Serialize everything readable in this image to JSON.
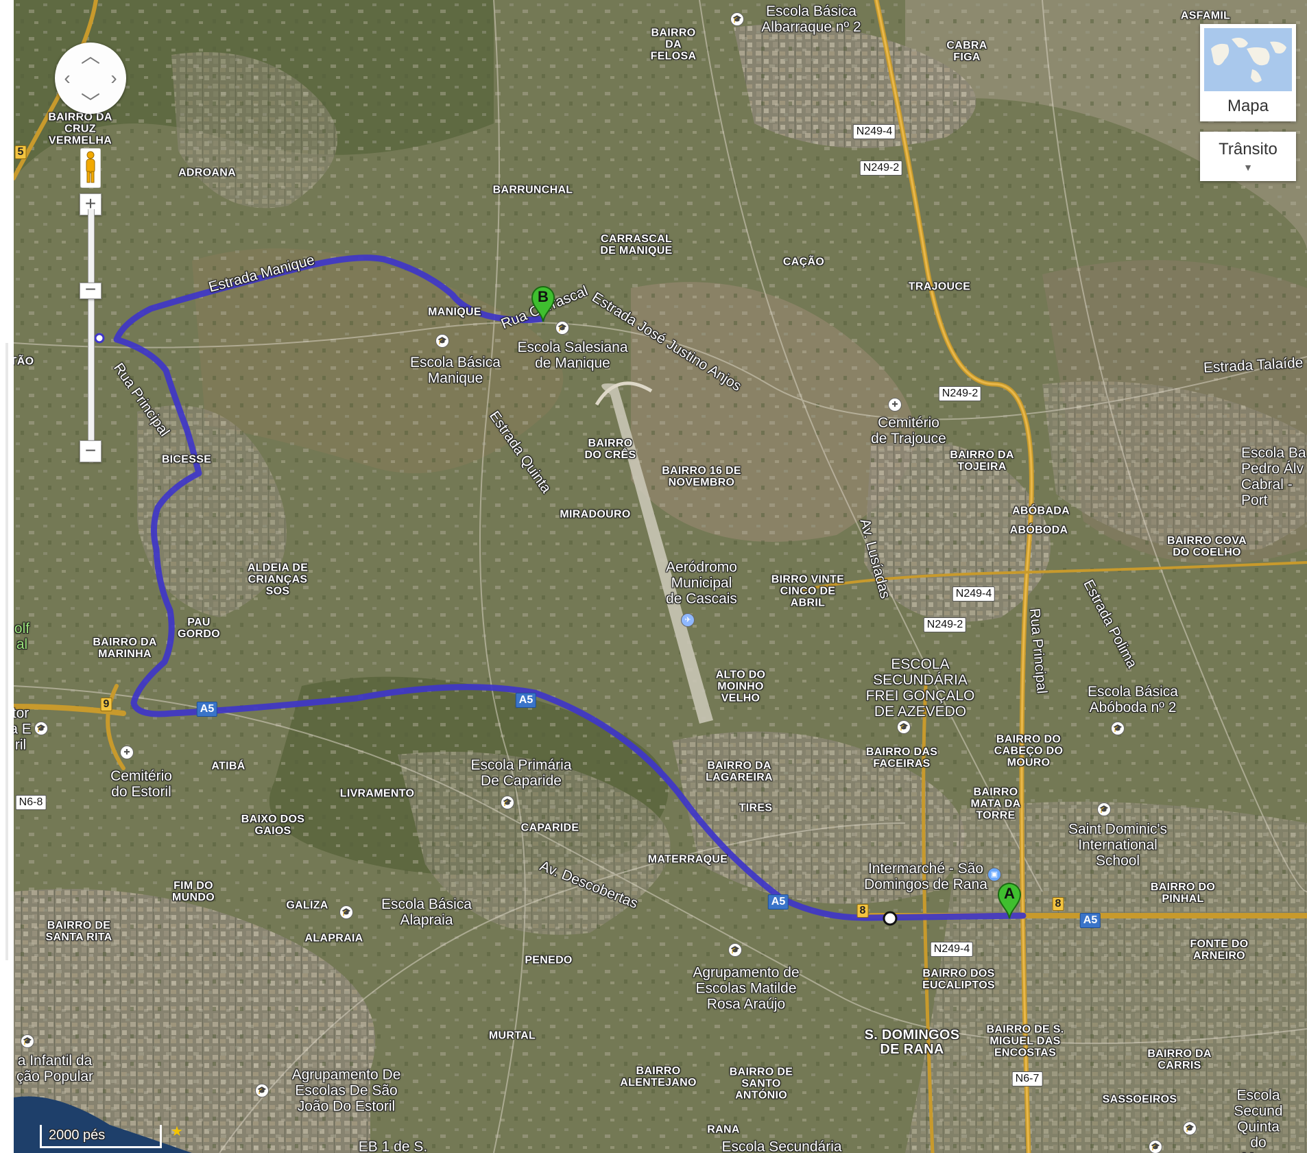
{
  "map_type": {
    "label": "Mapa"
  },
  "traffic": {
    "label": "Trânsito"
  },
  "scale": {
    "label": "2000 pés"
  },
  "markers": {
    "start": "A",
    "end": "B"
  },
  "route_color": "#4a3fd0",
  "highway_color": "#d5a030",
  "streets": {
    "estrada_manique": "Estrada Manique",
    "rua_principal": "Rua Principal",
    "rua_carrascal": "Rua Carrascal",
    "estrada_justino": "Estrada José Justino Anjos",
    "estrada_quinta": "Estrada Quinta",
    "av_lusiadas": "Av. Lusíadas",
    "rua_principal_east": "Rua Principal",
    "estrada_polima": "Estrada Polima",
    "av_descobertas": "Av. Descobertas",
    "estrada_talaide": "Estrada Talaíde"
  },
  "shields": {
    "a5_1": "A5",
    "a5_2": "A5",
    "a5_3": "A5",
    "a5_4": "A5",
    "n249_4_top": "N249-4",
    "n249_2_top": "N249-2",
    "n249_2_mid": "N249-2",
    "n249_4_mid": "N249-4",
    "n249_2_low": "N249-2",
    "n249_4_bot": "N249-4",
    "n6_8": "N6-8",
    "n6_7": "N6-7",
    "ex_9": "9",
    "ex_8w": "8",
    "ex_8e": "8",
    "ex_5": "5"
  },
  "places": {
    "bairro_cruz": "Bairro da Cruz Vermelha",
    "adroana": "Adroana",
    "bairro_felosa": "Bairro da Felosa",
    "cabra_figa": "Cabra Figa",
    "asfamil": "Asfamil",
    "barrunchal": "Barrunchal",
    "carrascal": "Carrascal de Manique",
    "cacao": "Cação",
    "trajouce": "Trajouce",
    "manique": "Manique",
    "bicesse": "Bicesse",
    "bairro_cres": "Bairro do Crês",
    "bairro_16": "Bairro 16 de Novembro",
    "bairro_tojeira": "Bairro da Tojeira",
    "miradouro": "Miradouro",
    "abobada1": "Abóbada",
    "abobada2": "Abóboda",
    "bairro_cova": "Bairro Cova do Coelho",
    "aldeia": "Aldeia de Crianças SOS",
    "birro_vinte": "Birro Vinte Cinco de Abril",
    "pau_gordo": "Pau Gordo",
    "bairro_marinha": "Bairro da Marinha",
    "alto_moinho": "Alto do Moinho Velho",
    "atiba": "Atibá",
    "bairro_lagareira": "Bairro da Lagareira",
    "bairro_faceiras": "Bairro das Faceiras",
    "bairro_cabeco": "Bairro do Cabeço do Mouro",
    "livramento": "Livramento",
    "baixo_gaios": "Baixo dos Gaios",
    "caparide": "Caparide",
    "tires": "Tires",
    "bairro_mata": "Bairro Mata da Torre",
    "materraque": "Materraque",
    "fim_mundo": "Fim do Mundo",
    "galiza": "Galiza",
    "bairro_pinhal": "Bairro do Pinhal",
    "bairro_santa_rita": "Bairro de Santa Rita",
    "alapraia": "Alapraia",
    "penedo": "Penedo",
    "fonte_arneiro": "Fonte do Arneiro",
    "bairro_eucaliptos": "Bairro dos Eucaliptos",
    "murtal": "Murtal",
    "s_domingos": "S. Domingos de Rana",
    "bairro_miguel": "Bairro de S. Miguel das Encostas",
    "bairro_carris": "Bairro da Carris",
    "bairro_alentejano": "Bairro Alentejano",
    "bairro_santo_antonio": "Bairro de Santo António",
    "sassoeiros": "Sassoeiros",
    "rana": "Rana",
    "tao": "TÃO"
  },
  "pois": {
    "escola_albarraque": "Escola Básica\nAlbarraque nº 2",
    "escola_salesiana": "Escola Salesiana\nde Manique",
    "escola_manique": "Escola Básica\nManique",
    "cemiterio_trajouce": "Cemitério\nde Trajouce",
    "escola_pedro": "Escola Ba\nPedro Álv\nCabral - Port",
    "aerodromo": "Aeródromo\nMunicipal\nde Cascais",
    "escola_frei": "ESCOLA\nSECUNDÁRIA\nFREI GONÇALO\nDE AZEVEDO",
    "escola_aboboda": "Escola Básica\nAbóboda nº 2",
    "cemiterio_estoril": "Cemitério\ndo Estoril",
    "escola_caparide": "Escola Primária\nDe Caparide",
    "saint_dominics": "Saint Dominic's\nInternational\nSchool",
    "intermarche": "Intermarché - São\nDomingos de Rana",
    "escola_alapraia": "Escola Básica\nAlapraia",
    "agrupamento_matilde": "Agrupamento de\nEscolas Matilde\nRosa Araújo",
    "agrupamento_sao_joao": "Agrupamento De\nEscolas De São\nJoão Do Estoril",
    "infantil": "a Infantil da\nção Popular",
    "escola_quinta": "Escola Secund\nQuinta do Marg",
    "escola_secundaria_bottom": "Escola Secundária",
    "eb1": "EB 1 de S.",
    "golf": "olf\nal",
    "tor": "tor\na E\nril"
  }
}
